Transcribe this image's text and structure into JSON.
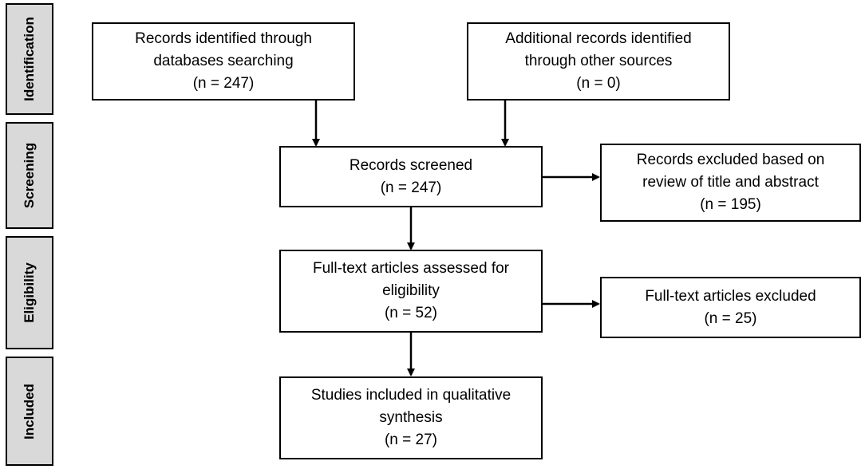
{
  "phases": [
    {
      "label": "Identification"
    },
    {
      "label": "Screening"
    },
    {
      "label": "Eligibility"
    },
    {
      "label": "Included"
    }
  ],
  "boxes": {
    "records_identified": {
      "line1": "Records identified through",
      "line2": "databases searching",
      "count": "(n = 247)"
    },
    "additional_records": {
      "line1": "Additional records identified",
      "line2": "through other sources",
      "count": "(n = 0)"
    },
    "records_screened": {
      "line1": "Records screened",
      "count": "(n = 247)"
    },
    "records_excluded": {
      "line1": "Records excluded based on",
      "line2": "review of title and abstract",
      "count": "(n = 195)"
    },
    "fulltext_assessed": {
      "line1": "Full-text articles assessed for",
      "line2": "eligibility",
      "count": "(n = 52)"
    },
    "fulltext_excluded": {
      "line1": "Full-text articles excluded",
      "count": "(n = 25)"
    },
    "studies_included": {
      "line1": "Studies included in qualitative",
      "line2": "synthesis",
      "count": "(n = 27)"
    }
  }
}
